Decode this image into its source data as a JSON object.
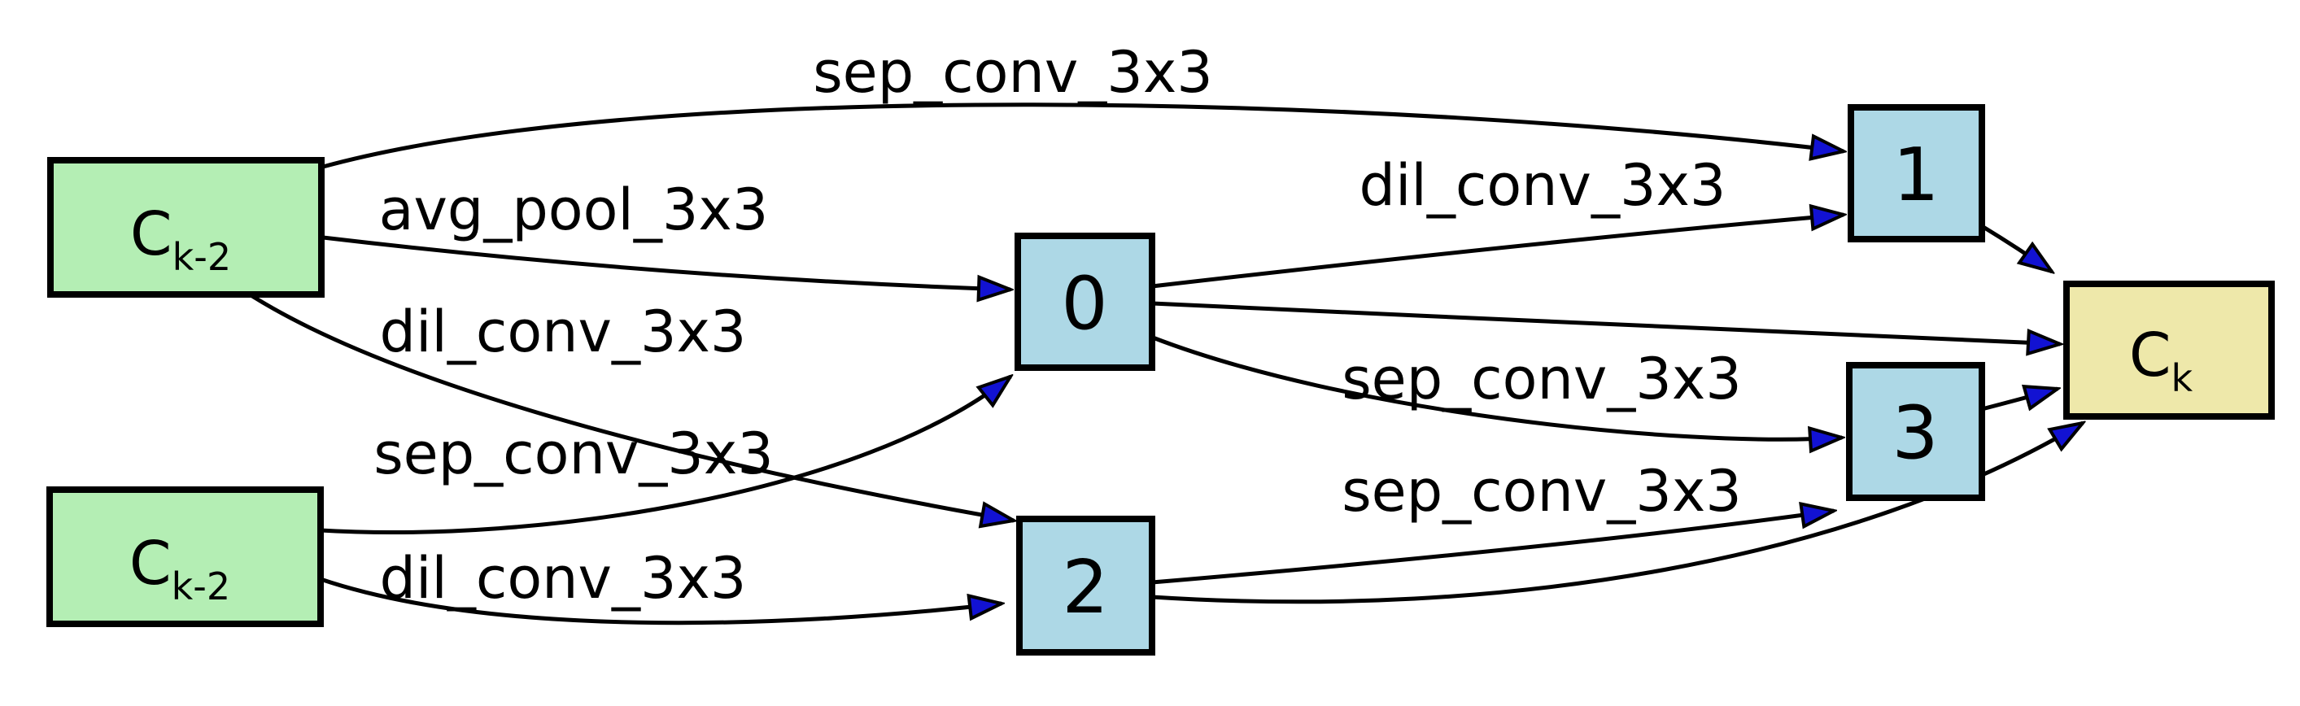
{
  "colors": {
    "input_fill": "#b4eeb4",
    "node_fill": "#add8e6",
    "output_fill": "#eee8aa",
    "edge_stroke": "#000000",
    "arrowhead_fill": "#1212d2",
    "background": "#ffffff"
  },
  "nodes": {
    "input_top": {
      "main": "C",
      "sub": "k-2"
    },
    "input_bottom": {
      "main": "C",
      "sub": "k-2"
    },
    "n0": {
      "label": "0"
    },
    "n1": {
      "label": "1"
    },
    "n2": {
      "label": "2"
    },
    "n3": {
      "label": "3"
    },
    "output": {
      "main": "C",
      "sub": "k"
    }
  },
  "edges": [
    {
      "from": "c_k-2_top",
      "to": "1",
      "label": "sep_conv_3x3"
    },
    {
      "from": "c_k-2_top",
      "to": "0",
      "label": "avg_pool_3x3"
    },
    {
      "from": "c_k-2_top",
      "to": "2",
      "label": "dil_conv_3x3"
    },
    {
      "from": "c_k-2_bottom",
      "to": "0",
      "label": "sep_conv_3x3"
    },
    {
      "from": "c_k-2_bottom",
      "to": "2",
      "label": "dil_conv_3x3"
    },
    {
      "from": "0",
      "to": "1",
      "label": "dil_conv_3x3"
    },
    {
      "from": "0",
      "to": "3",
      "label": "sep_conv_3x3"
    },
    {
      "from": "2",
      "to": "3",
      "label": "sep_conv_3x3"
    },
    {
      "from": "1",
      "to": "c_k",
      "label": ""
    },
    {
      "from": "0",
      "to": "c_k",
      "label": ""
    },
    {
      "from": "3",
      "to": "c_k",
      "label": ""
    },
    {
      "from": "2",
      "to": "c_k",
      "label": ""
    }
  ]
}
